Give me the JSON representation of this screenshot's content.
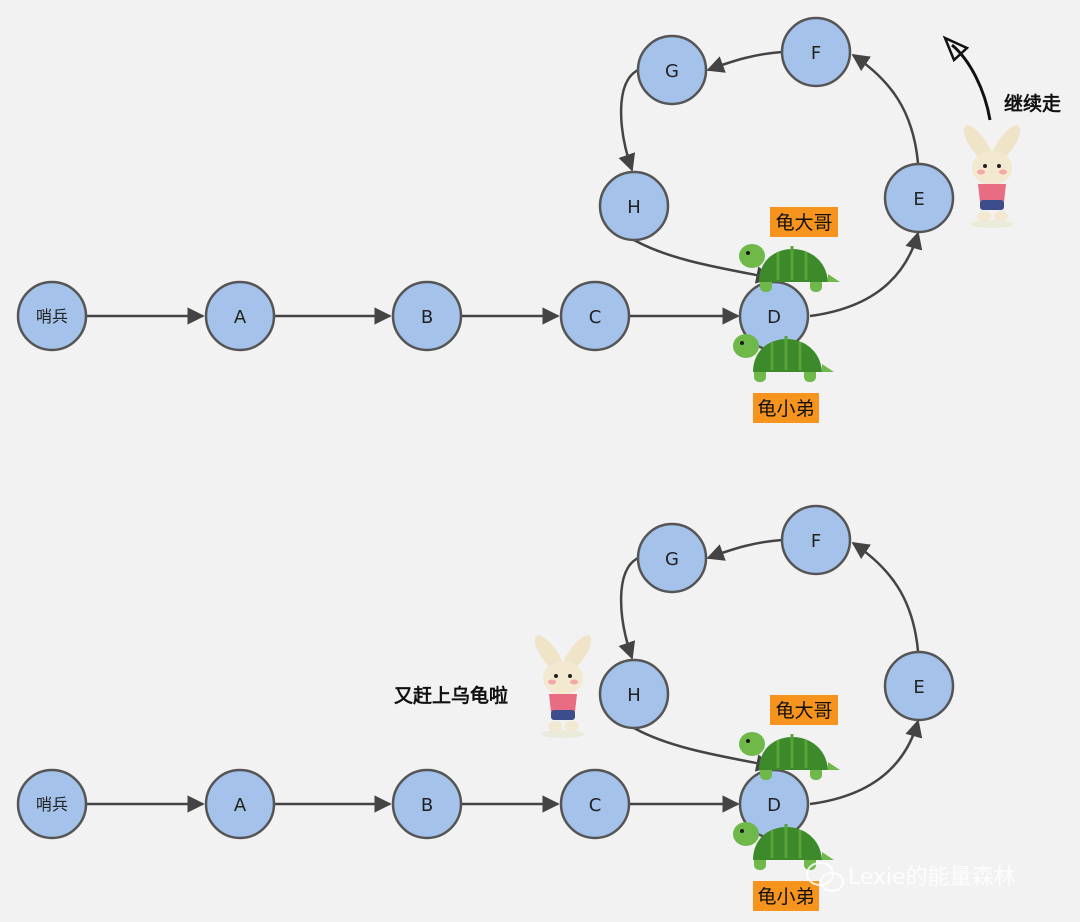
{
  "panels": [
    {
      "id": "top",
      "nodes": {
        "sentinel": "哨兵",
        "a": "A",
        "b": "B",
        "c": "C",
        "d": "D",
        "e": "E",
        "f": "F",
        "g": "G",
        "h": "H"
      },
      "tag_big": "龟大哥",
      "tag_small": "龟小弟",
      "note": "继续走"
    },
    {
      "id": "bottom",
      "nodes": {
        "sentinel": "哨兵",
        "a": "A",
        "b": "B",
        "c": "C",
        "d": "D",
        "e": "E",
        "f": "F",
        "g": "G",
        "h": "H"
      },
      "tag_big": "龟大哥",
      "tag_small": "龟小弟",
      "note": "又赶上乌龟啦"
    }
  ],
  "watermark": "Lexie的能量森林",
  "colors": {
    "background": "#f2f2f2",
    "node_fill": "#a4c2ea",
    "node_stroke": "#555555",
    "arrow": "#444444",
    "tag": "#f7941d",
    "turtle_shell": "#3d8a2a",
    "turtle_skin": "#6fb84a"
  },
  "icons": [
    "turtle-icon",
    "rabbit-icon",
    "wechat-icon"
  ]
}
